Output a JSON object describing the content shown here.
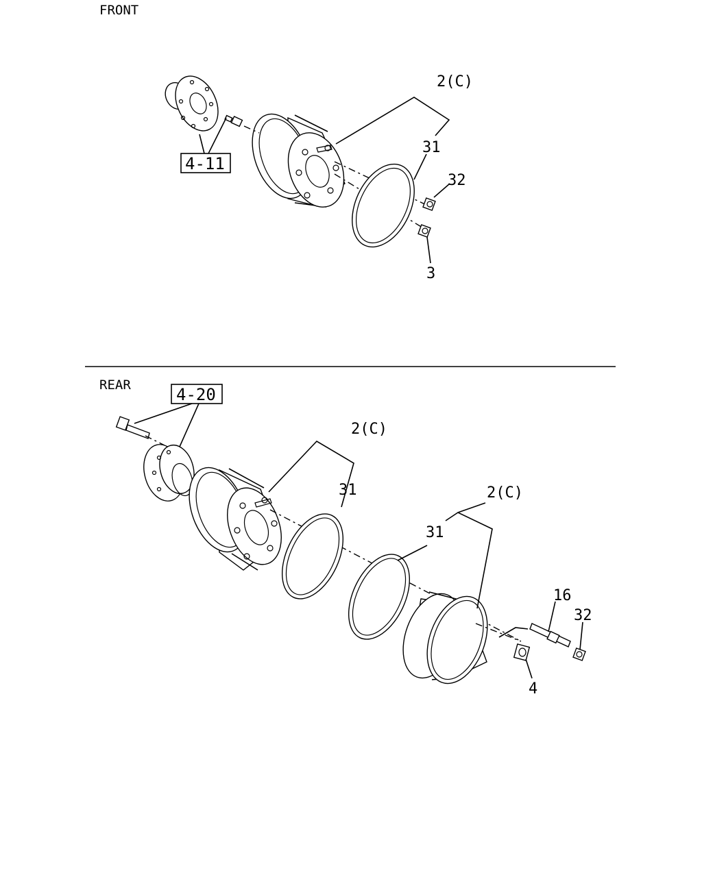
{
  "sections": {
    "front": {
      "title": "FRONT"
    },
    "rear": {
      "title": "REAR"
    }
  },
  "front": {
    "ref_box": "4-11",
    "callouts": {
      "rim": "2(C)",
      "ring": "31",
      "nut_top": "32",
      "nut_bottom": "3"
    }
  },
  "rear": {
    "ref_box": "4-20",
    "callouts": {
      "rim_inner": "2(C)",
      "ring_inner": "31",
      "rim_outer": "2(C)",
      "ring_outer": "31",
      "stud": "16",
      "nut_outer": "32",
      "nut_inner": "4"
    }
  }
}
